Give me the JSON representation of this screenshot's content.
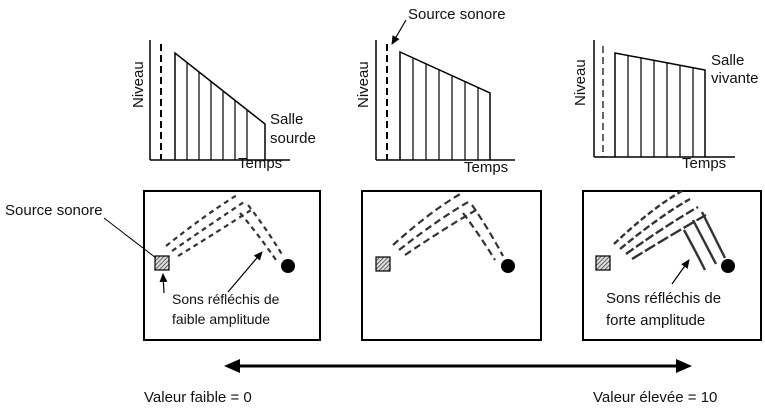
{
  "graphs": [
    {
      "ylabel": "Niveau",
      "xlabel": "Temps",
      "room_label_line1": "Salle",
      "room_label_line2": "sourde"
    },
    {
      "ylabel": "Niveau",
      "xlabel": "Temps",
      "source_label": "Source sonore"
    },
    {
      "ylabel": "Niveau",
      "xlabel": "Temps",
      "room_label_line1": "Salle",
      "room_label_line2": "vivante"
    }
  ],
  "rooms": {
    "source_label": "Source sonore",
    "weak_line1": "Sons réfléchis de",
    "weak_line2": "faible amplitude",
    "strong_line1": "Sons réfléchis de",
    "strong_line2": "forte amplitude"
  },
  "scale": {
    "low_label": "Valeur faible = 0",
    "high_label": "Valeur élevée = 10"
  }
}
